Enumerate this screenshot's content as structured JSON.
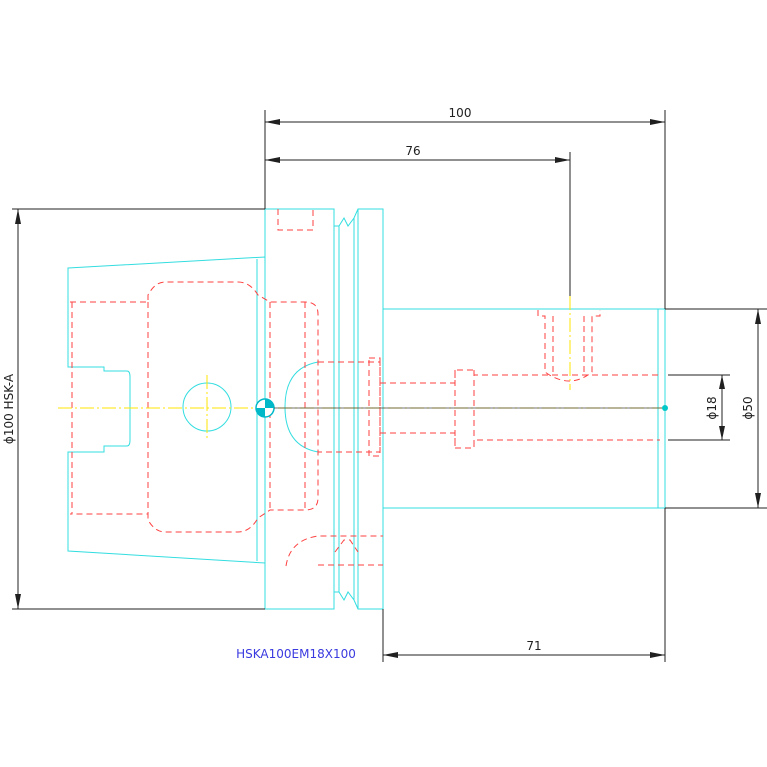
{
  "title_block": {
    "part_number": "HSKA100EM18X100"
  },
  "dimensions": {
    "overall_length": "100",
    "screw_position": "76",
    "shank_length": "71",
    "flange_diameter": "ϕ100 HSK-A",
    "bore_diameter": "ϕ18",
    "shank_diameter": "ϕ50"
  },
  "colors": {
    "background": "#ffffff",
    "outline": "#33dde0",
    "hidden_line": "#ff4040",
    "center_line": "#ffe600",
    "dimension": "#202020",
    "title_text": "#3a3ae0"
  }
}
